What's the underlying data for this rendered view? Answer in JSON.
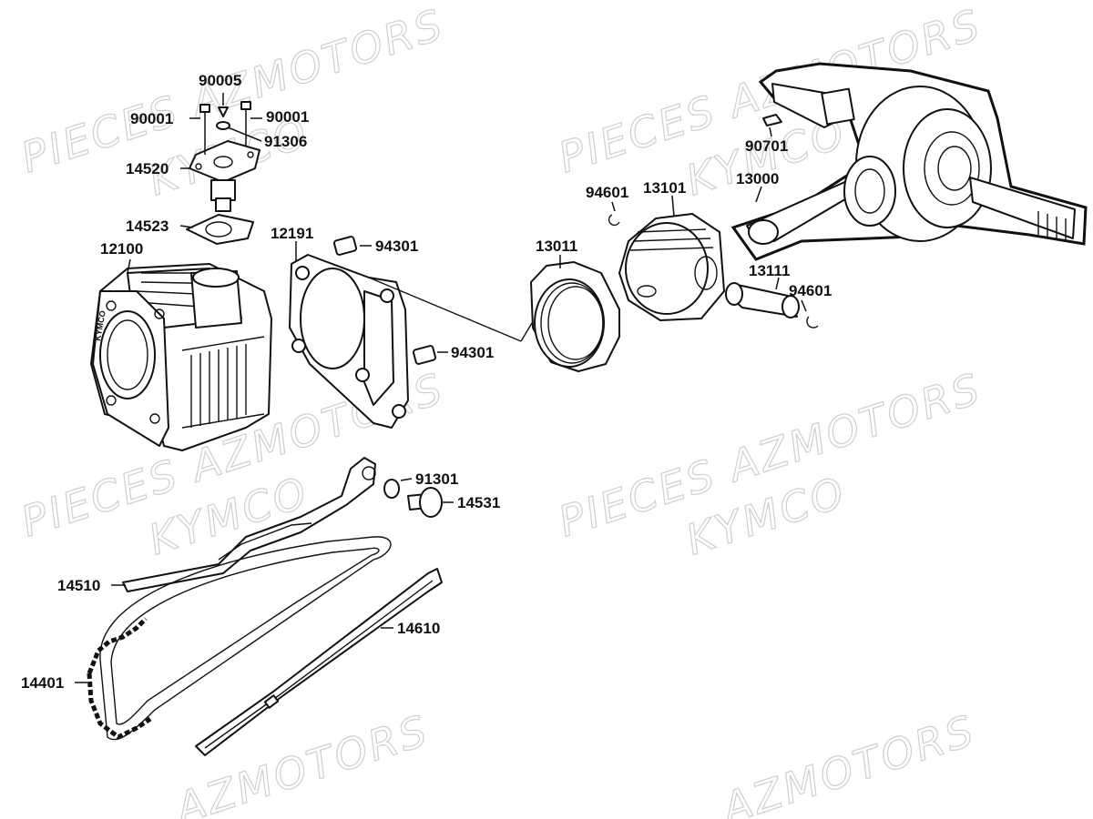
{
  "watermarks": [
    "PIECES AZMOTORS",
    "KYMCO",
    "PIECES AZMOTORS",
    "KYMCO",
    "PIECES AZMOTORS",
    "KYMCO",
    "PIECES AZMOTORS",
    "KYMCO",
    "AZMOTORS",
    "AZMOTORS"
  ],
  "cylinder_brand": "KYMCO",
  "parts": [
    {
      "id": "90005",
      "label": "90005"
    },
    {
      "id": "90001a",
      "label": "90001"
    },
    {
      "id": "90001b",
      "label": "90001"
    },
    {
      "id": "91306",
      "label": "91306"
    },
    {
      "id": "14520",
      "label": "14520"
    },
    {
      "id": "14523",
      "label": "14523"
    },
    {
      "id": "12100",
      "label": "12100"
    },
    {
      "id": "12191",
      "label": "12191"
    },
    {
      "id": "94301a",
      "label": "94301"
    },
    {
      "id": "94301b",
      "label": "94301"
    },
    {
      "id": "13011",
      "label": "13011"
    },
    {
      "id": "94601a",
      "label": "94601"
    },
    {
      "id": "13101",
      "label": "13101"
    },
    {
      "id": "13000",
      "label": "13000"
    },
    {
      "id": "90701",
      "label": "90701"
    },
    {
      "id": "13111",
      "label": "13111"
    },
    {
      "id": "94601b",
      "label": "94601"
    },
    {
      "id": "91301",
      "label": "91301"
    },
    {
      "id": "14531",
      "label": "14531"
    },
    {
      "id": "14510",
      "label": "14510"
    },
    {
      "id": "14610",
      "label": "14610"
    },
    {
      "id": "14401",
      "label": "14401"
    }
  ]
}
